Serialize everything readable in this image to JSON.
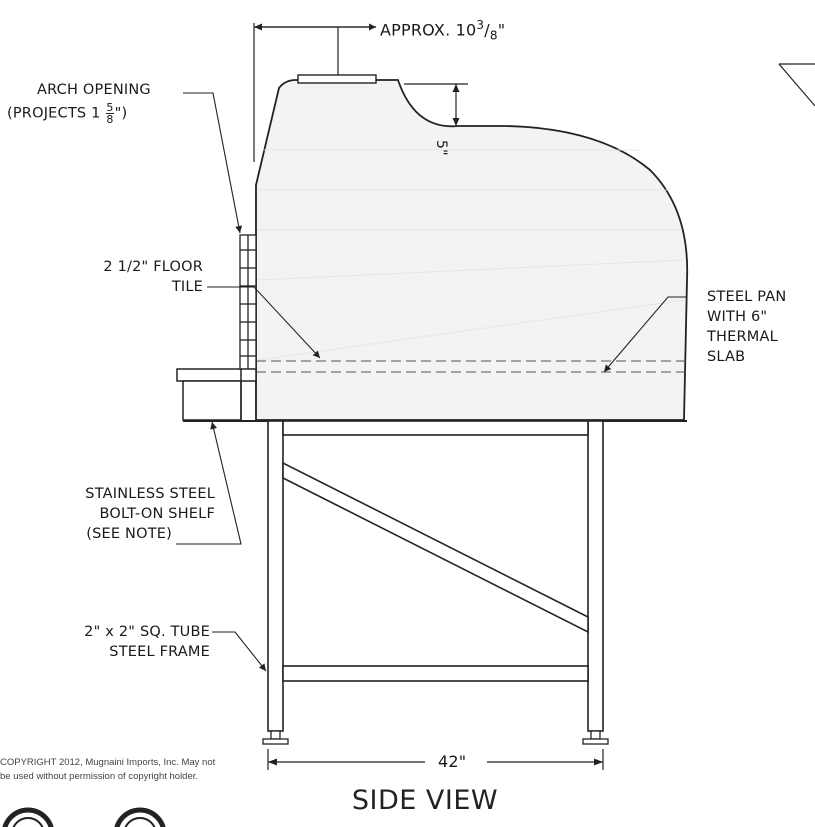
{
  "drawing": {
    "title": "SIDE VIEW",
    "approx_dimension": "APPROX. 10",
    "approx_fraction_num": "3",
    "approx_fraction_den": "8",
    "approx_quote": "\"",
    "dome_drop": "5\"",
    "width_dimension": "42\"",
    "arch_opening_line1": "ARCH OPENING",
    "arch_opening_line2": "(PROJECTS 1",
    "arch_fraction_num": "5",
    "arch_fraction_den": "8",
    "arch_quote_close": "\")",
    "floor_tile_line1": "2 1/2\" FLOOR",
    "floor_tile_line2": "TILE",
    "steel_pan_line1": "STEEL PAN",
    "steel_pan_line2": "WITH 6\"",
    "steel_pan_line3": "THERMAL",
    "steel_pan_line4": "SLAB",
    "shelf_line1": "STAINLESS STEEL",
    "shelf_line2": "BOLT-ON SHELF",
    "shelf_line3": "(SEE NOTE)",
    "frame_line1": "2\" x 2\" SQ. TUBE",
    "frame_line2": "STEEL FRAME",
    "copyright_line1": "COPYRIGHT 2012, Mugnaini Imports, Inc. May not",
    "copyright_line2": "be used without permission of copyright holder."
  }
}
